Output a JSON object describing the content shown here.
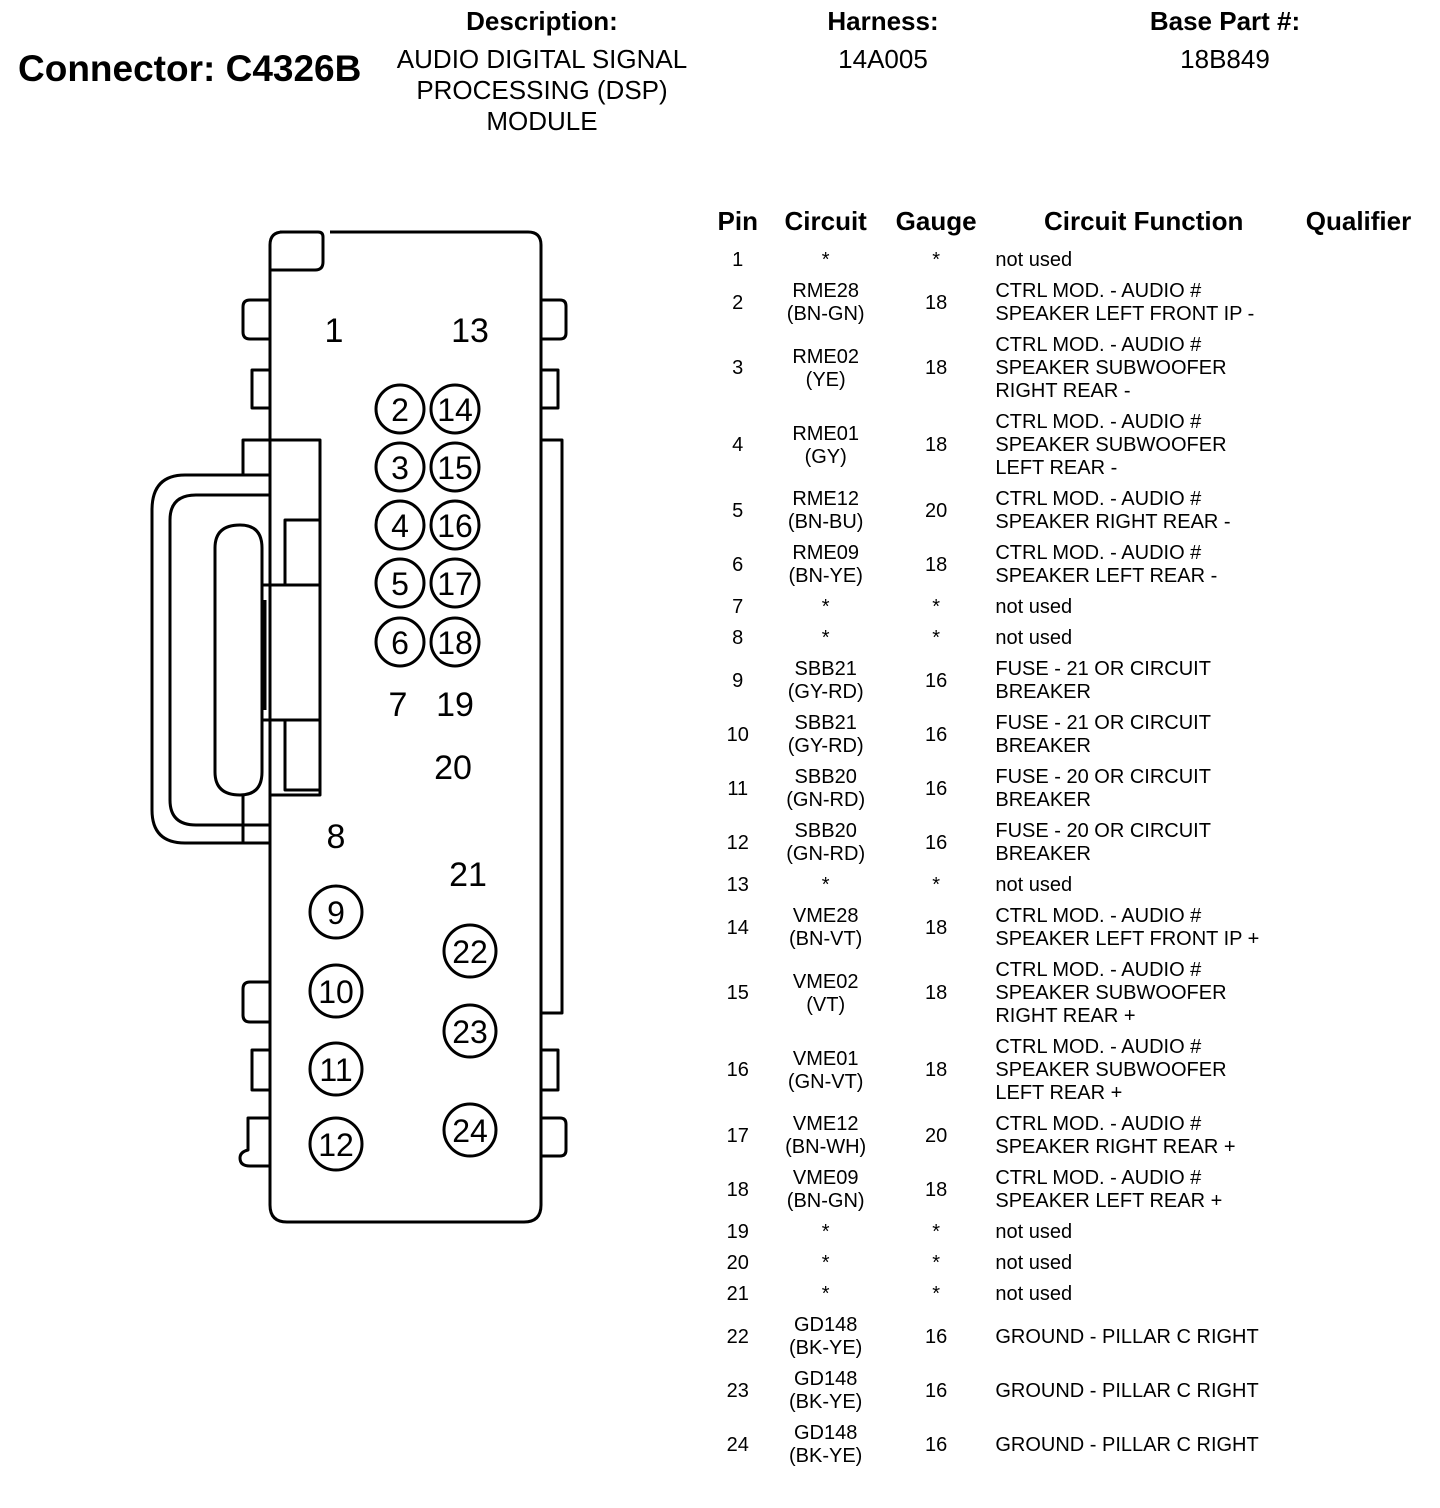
{
  "header": {
    "connector": "Connector: C4326B",
    "description_label": "Description:",
    "description_value": "AUDIO DIGITAL SIGNAL\nPROCESSING (DSP)\nMODULE",
    "harness_label": "Harness:",
    "harness_value": "14A005",
    "base_part_label": "Base Part #:",
    "base_part_value": "18B849"
  },
  "connector_pins": {
    "circled": [
      "2",
      "3",
      "4",
      "5",
      "6",
      "14",
      "15",
      "16",
      "17",
      "18",
      "9",
      "10",
      "11",
      "12",
      "22",
      "23",
      "24"
    ],
    "plain": [
      "1",
      "13",
      "7",
      "19",
      "20",
      "8",
      "21"
    ]
  },
  "table": {
    "headers": [
      "Pin",
      "Circuit",
      "Gauge",
      "Circuit Function",
      "Qualifier"
    ],
    "rows": [
      {
        "pin": "1",
        "circuit": "*",
        "gauge": "*",
        "function": "not used",
        "qualifier": ""
      },
      {
        "pin": "2",
        "circuit": "RME28\n(BN-GN)",
        "gauge": "18",
        "function": "CTRL MOD. - AUDIO #\nSPEAKER LEFT FRONT IP -",
        "qualifier": ""
      },
      {
        "pin": "3",
        "circuit": "RME02\n(YE)",
        "gauge": "18",
        "function": "CTRL MOD. - AUDIO #\nSPEAKER SUBWOOFER\nRIGHT REAR -",
        "qualifier": ""
      },
      {
        "pin": "4",
        "circuit": "RME01\n(GY)",
        "gauge": "18",
        "function": "CTRL MOD. - AUDIO #\nSPEAKER SUBWOOFER\nLEFT REAR -",
        "qualifier": ""
      },
      {
        "pin": "5",
        "circuit": "RME12\n(BN-BU)",
        "gauge": "20",
        "function": "CTRL MOD. - AUDIO #\nSPEAKER RIGHT REAR -",
        "qualifier": ""
      },
      {
        "pin": "6",
        "circuit": "RME09\n(BN-YE)",
        "gauge": "18",
        "function": "CTRL MOD. - AUDIO #\nSPEAKER LEFT REAR -",
        "qualifier": ""
      },
      {
        "pin": "7",
        "circuit": "*",
        "gauge": "*",
        "function": "not used",
        "qualifier": ""
      },
      {
        "pin": "8",
        "circuit": "*",
        "gauge": "*",
        "function": "not used",
        "qualifier": ""
      },
      {
        "pin": "9",
        "circuit": "SBB21\n(GY-RD)",
        "gauge": "16",
        "function": "FUSE - 21 OR CIRCUIT\nBREAKER",
        "qualifier": ""
      },
      {
        "pin": "10",
        "circuit": "SBB21\n(GY-RD)",
        "gauge": "16",
        "function": "FUSE - 21 OR CIRCUIT\nBREAKER",
        "qualifier": ""
      },
      {
        "pin": "11",
        "circuit": "SBB20\n(GN-RD)",
        "gauge": "16",
        "function": "FUSE - 20 OR CIRCUIT\nBREAKER",
        "qualifier": ""
      },
      {
        "pin": "12",
        "circuit": "SBB20\n(GN-RD)",
        "gauge": "16",
        "function": "FUSE - 20 OR CIRCUIT\nBREAKER",
        "qualifier": ""
      },
      {
        "pin": "13",
        "circuit": "*",
        "gauge": "*",
        "function": "not used",
        "qualifier": ""
      },
      {
        "pin": "14",
        "circuit": "VME28\n(BN-VT)",
        "gauge": "18",
        "function": "CTRL MOD. - AUDIO #\nSPEAKER LEFT FRONT IP +",
        "qualifier": ""
      },
      {
        "pin": "15",
        "circuit": "VME02\n(VT)",
        "gauge": "18",
        "function": "CTRL MOD. - AUDIO #\nSPEAKER SUBWOOFER\nRIGHT REAR +",
        "qualifier": ""
      },
      {
        "pin": "16",
        "circuit": "VME01\n(GN-VT)",
        "gauge": "18",
        "function": "CTRL MOD. - AUDIO #\nSPEAKER SUBWOOFER\nLEFT REAR +",
        "qualifier": ""
      },
      {
        "pin": "17",
        "circuit": "VME12\n(BN-WH)",
        "gauge": "20",
        "function": "CTRL MOD. - AUDIO #\nSPEAKER RIGHT REAR +",
        "qualifier": ""
      },
      {
        "pin": "18",
        "circuit": "VME09\n(BN-GN)",
        "gauge": "18",
        "function": "CTRL MOD. - AUDIO #\nSPEAKER LEFT REAR +",
        "qualifier": ""
      },
      {
        "pin": "19",
        "circuit": "*",
        "gauge": "*",
        "function": "not used",
        "qualifier": ""
      },
      {
        "pin": "20",
        "circuit": "*",
        "gauge": "*",
        "function": "not used",
        "qualifier": ""
      },
      {
        "pin": "21",
        "circuit": "*",
        "gauge": "*",
        "function": "not used",
        "qualifier": ""
      },
      {
        "pin": "22",
        "circuit": "GD148\n(BK-YE)",
        "gauge": "16",
        "function": "GROUND - PILLAR C RIGHT",
        "qualifier": ""
      },
      {
        "pin": "23",
        "circuit": "GD148\n(BK-YE)",
        "gauge": "16",
        "function": "GROUND - PILLAR C RIGHT",
        "qualifier": ""
      },
      {
        "pin": "24",
        "circuit": "GD148\n(BK-YE)",
        "gauge": "16",
        "function": "GROUND - PILLAR C RIGHT",
        "qualifier": ""
      }
    ]
  }
}
